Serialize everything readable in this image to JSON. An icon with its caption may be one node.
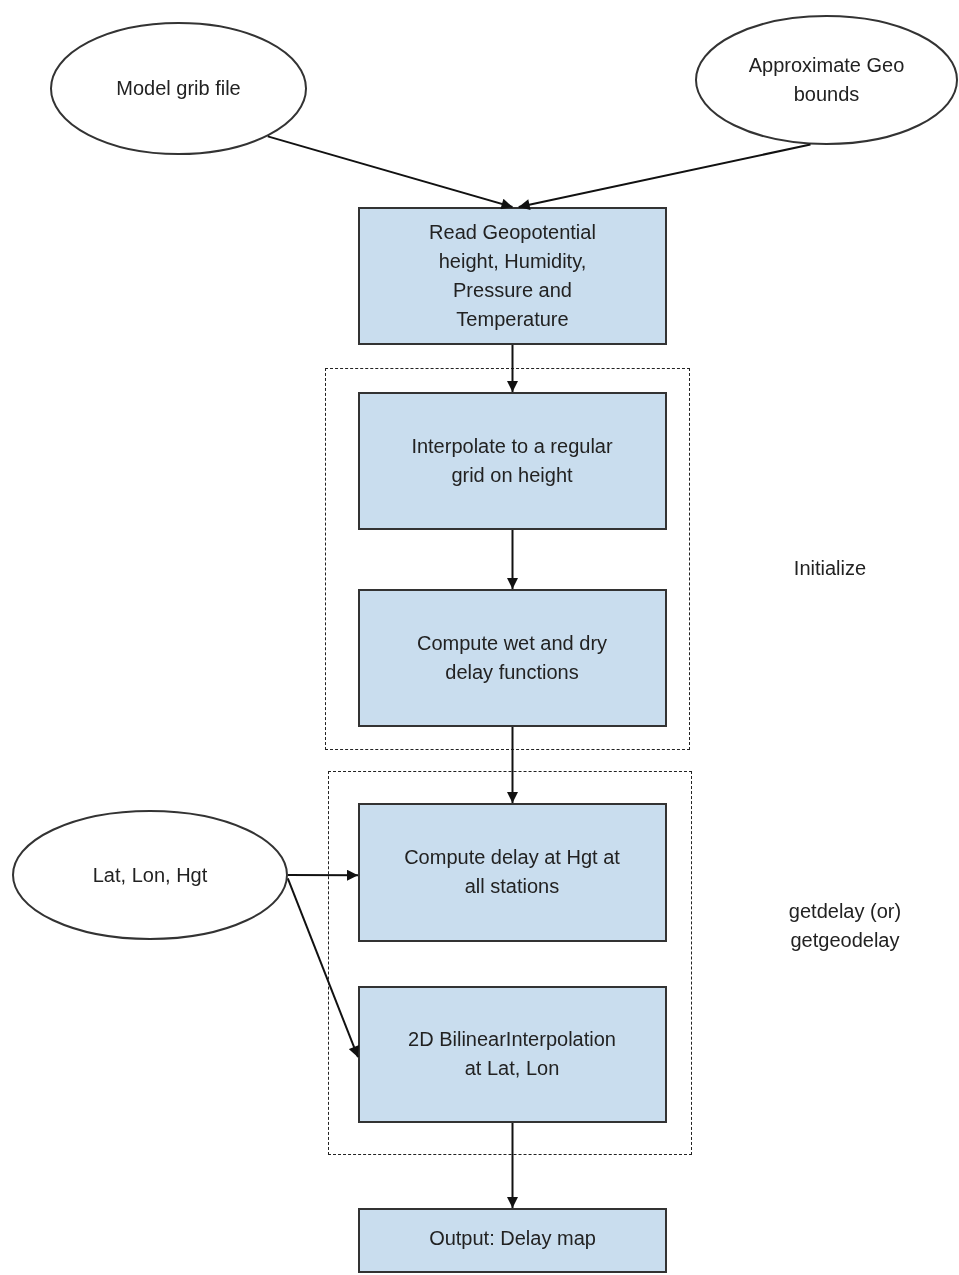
{
  "diagram": {
    "nodes": [
      {
        "text": [
          "Model grib file"
        ]
      },
      {
        "text": [
          "Approximate Geo bounds"
        ]
      },
      {
        "text": [
          "Read Geopotential height, Humidity, Pressure and Temperature"
        ]
      },
      {
        "text": [],
        "shape": "box"
      },
      {
        "text": [
          "Interpolate to a regular grid on height"
        ],
        "in": 3
      },
      {
        "text": [
          "Compute wet and dry delay functions"
        ],
        "in": 3
      },
      {
        "text": [],
        "shape": "box"
      },
      {
        "text": [
          "Lat, Lon, Hgt"
        ]
      },
      {
        "text": [
          "Compute delay at Hgt at all stations"
        ],
        "in": 6
      },
      {
        "text": [
          "2D BilinearInterpolation at Lat, Lon"
        ],
        "in": 6
      },
      {
        "text": [
          "Output: Delay map"
        ]
      }
    ],
    "edges": [
      {
        "from": 0,
        "to": 2,
        "arrow": "to"
      },
      {
        "from": 1,
        "to": 2,
        "arrow": "to"
      },
      {
        "from": 2,
        "to": 4,
        "arrow": "to"
      },
      {
        "from": 4,
        "to": 5,
        "arrow": "to"
      },
      {
        "from": 5,
        "to": 8,
        "arrow": "to"
      },
      {
        "from": 7,
        "to": 8,
        "arrow": "to"
      },
      {
        "from": 7,
        "to": 9,
        "arrow": "to"
      },
      {
        "from": 9,
        "to": 10,
        "arrow": "to"
      }
    ],
    "labels": [
      "Initialize",
      "getdelay (or) getgeodelay"
    ]
  }
}
